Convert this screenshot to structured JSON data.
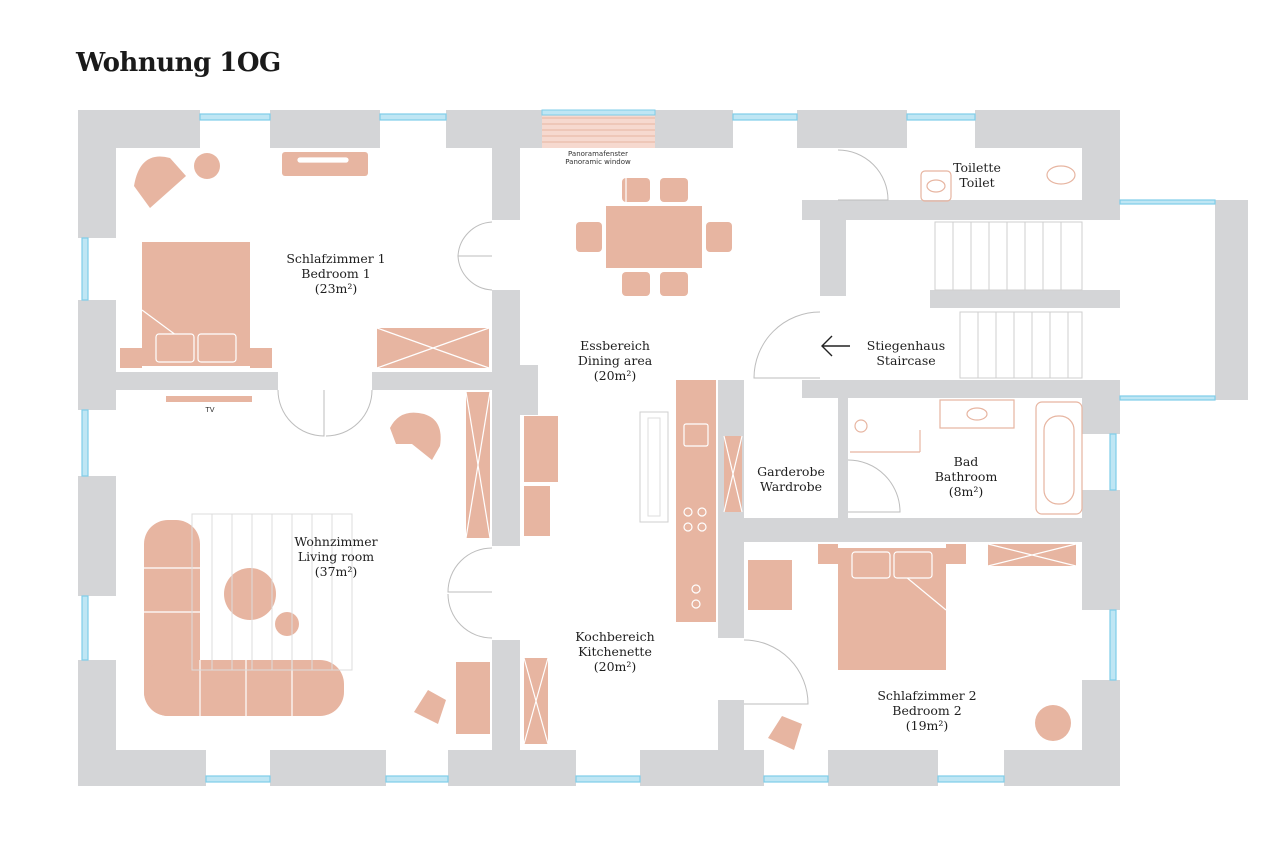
{
  "title": "Wohnung 1OG",
  "colors": {
    "wall": "#d4d5d7",
    "furniture": "#e7b5a1",
    "furniture_line": "#ffffff",
    "window": "#7fcde8",
    "text": "#1f1f1f"
  },
  "rooms": [
    {
      "id": "bedroom1",
      "name_de": "Schlafzimmer 1",
      "name_en": "Bedroom 1",
      "area": "(23m²)"
    },
    {
      "id": "living",
      "name_de": "Wohnzimmer",
      "name_en": "Living room",
      "area": "(37m²)"
    },
    {
      "id": "dining",
      "name_de": "Essbereich",
      "name_en": "Dining area",
      "area": "(20m²)"
    },
    {
      "id": "kitchen",
      "name_de": "Kochbereich",
      "name_en": "Kitchenette",
      "area": "(20m²)"
    },
    {
      "id": "wardrobe",
      "name_de": "Garderobe",
      "name_en": "Wardrobe",
      "area": ""
    },
    {
      "id": "toilet",
      "name_de": "Toilette",
      "name_en": "Toilet",
      "area": ""
    },
    {
      "id": "staircase",
      "name_de": "Stiegenhaus",
      "name_en": "Staircase",
      "area": ""
    },
    {
      "id": "bathroom",
      "name_de": "Bad",
      "name_en": "Bathroom",
      "area": "(8m²)"
    },
    {
      "id": "bedroom2",
      "name_de": "Schlafzimmer 2",
      "name_en": "Bedroom 2",
      "area": "(19m²)"
    }
  ],
  "annotations": {
    "tv": "TV",
    "panoramic_de": "Panoramafenster",
    "panoramic_en": "Panoramic window"
  }
}
